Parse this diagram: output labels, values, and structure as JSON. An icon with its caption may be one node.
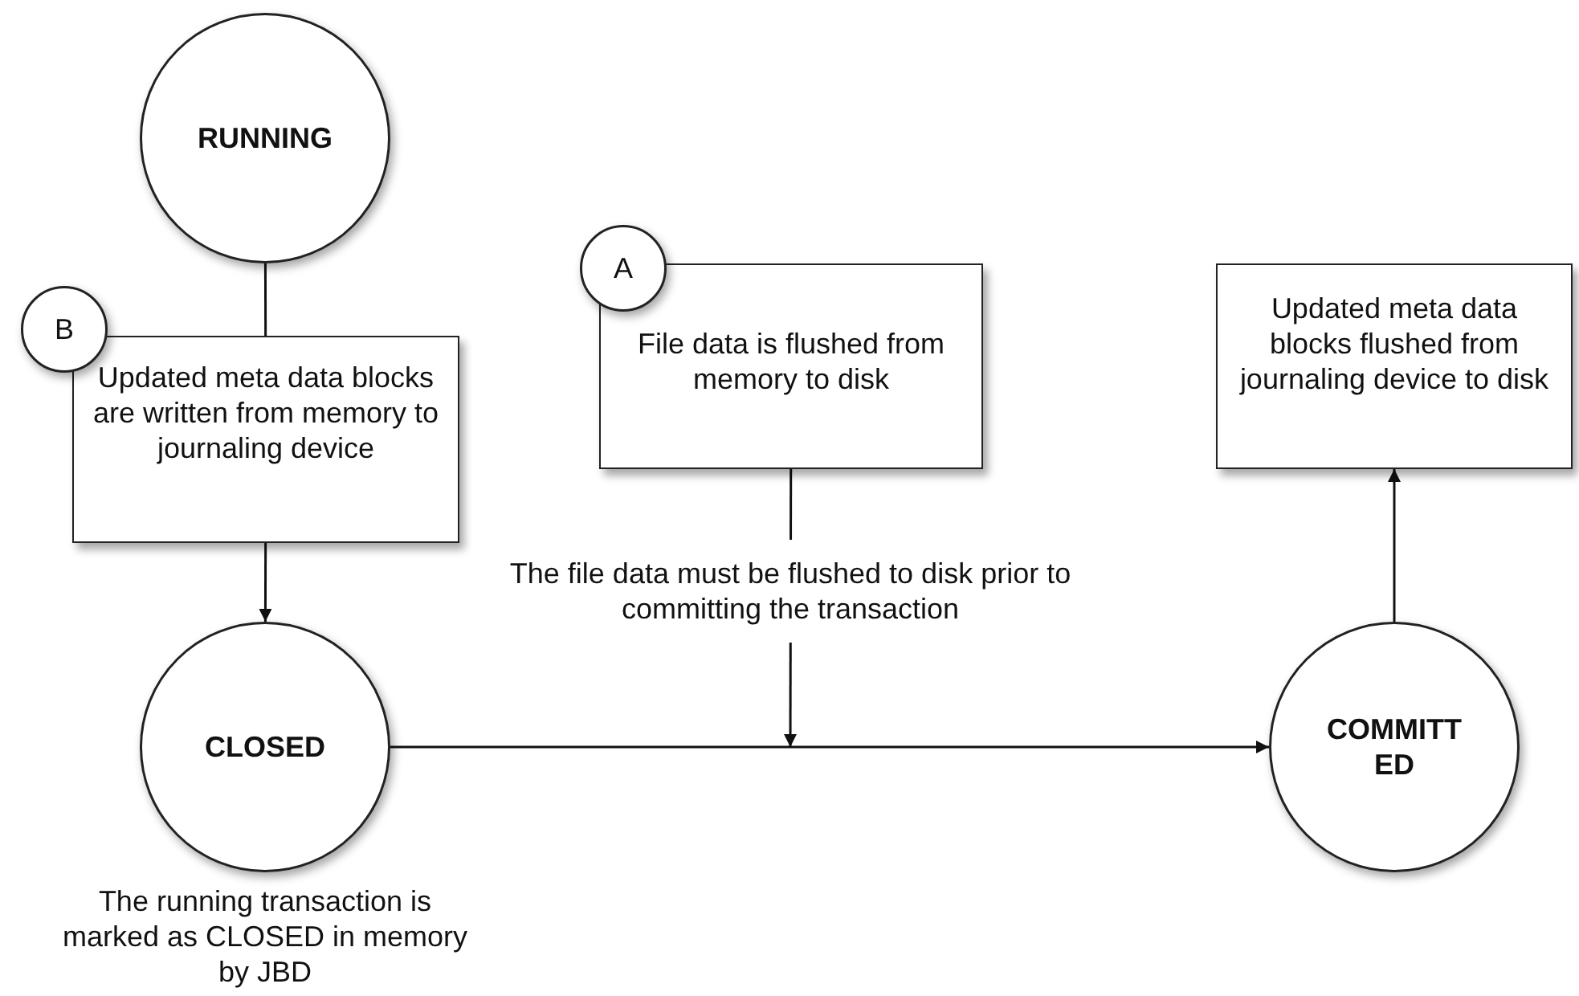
{
  "diagram": {
    "nodes": [
      {
        "text": [
          "RUNNING"
        ]
      },
      {
        "text": [
          "B"
        ]
      },
      {
        "text": [
          "Updated meta data blocks are written from memory to journaling device"
        ]
      },
      {
        "text": [
          "A"
        ]
      },
      {
        "text": [
          "File data is flushed from memory to disk"
        ]
      },
      {
        "text": [
          "Updated meta data blocks flushed from journaling device to disk"
        ]
      },
      {
        "text": [
          "CLOSED"
        ],
        "beside": [
          "The running transaction is marked as CLOSED in memory by JBD"
        ]
      },
      {
        "text": [
          "COMMITT ED"
        ]
      }
    ],
    "edges": [
      {
        "from": 0,
        "to": 2,
        "arrow": "none"
      },
      {
        "from": 2,
        "to": 6,
        "arrow": "to"
      },
      {
        "from": 6,
        "to": 7,
        "arrow": "to"
      },
      {
        "from": 4,
        "to": null,
        "arrow": "to",
        "label": "The file data must be flushed to disk prior to committing the transaction"
      },
      {
        "from": 7,
        "to": 5,
        "arrow": "to"
      }
    ]
  }
}
